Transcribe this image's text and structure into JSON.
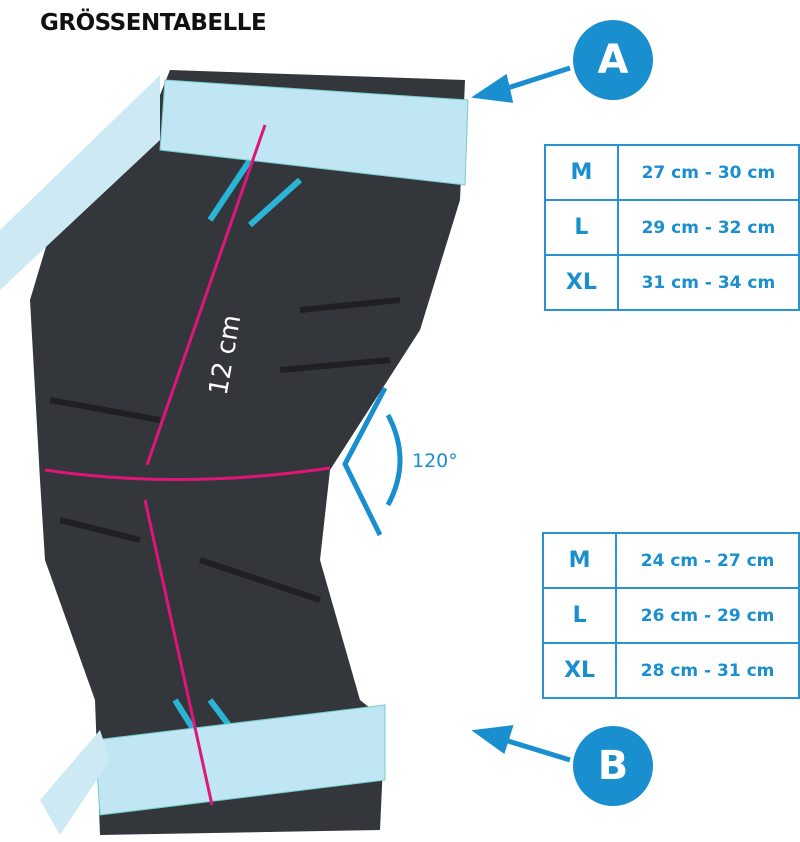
{
  "title": "GRÖSSENTABELLE",
  "badges": {
    "a": "A",
    "b": "B"
  },
  "table_a": [
    {
      "size": "M",
      "range": "27 cm - 30 cm"
    },
    {
      "size": "L",
      "range": "29 cm - 32 cm"
    },
    {
      "size": "XL",
      "range": "31 cm - 34 cm"
    }
  ],
  "table_b": [
    {
      "size": "M",
      "range": "24 cm - 27 cm"
    },
    {
      "size": "L",
      "range": "26 cm - 29 cm"
    },
    {
      "size": "XL",
      "range": "28 cm - 31 cm"
    }
  ],
  "length_label": "12 cm",
  "angle_label": "120°",
  "colors": {
    "accent": "#1a8fd0",
    "measure": "#e0157a",
    "sleeve": "#33363b"
  }
}
